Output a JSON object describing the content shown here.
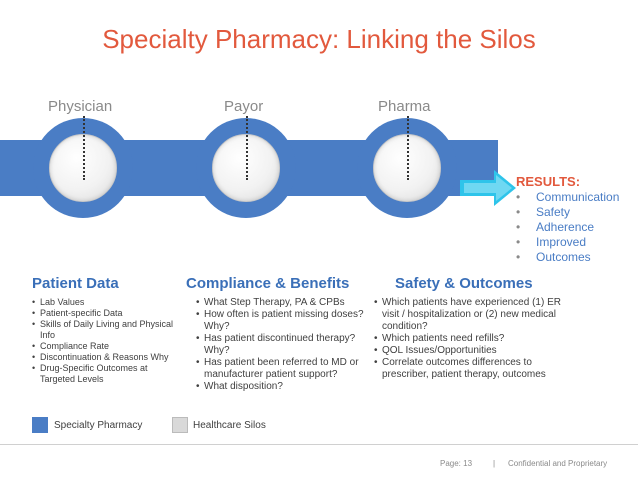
{
  "title": "Specialty Pharmacy: Linking the Silos",
  "columns": [
    "Physician",
    "Payor",
    "Pharma"
  ],
  "results": {
    "title": "RESULTS:",
    "items": [
      "Communication",
      "Safety",
      "Adherence",
      "Improved",
      "Outcomes"
    ]
  },
  "sections": {
    "patient_data": {
      "title": "Patient Data",
      "items": [
        "Lab Values",
        "Patient-specific Data",
        "Skills of Daily Living and Physical Info",
        "Compliance Rate",
        "Discontinuation & Reasons Why",
        "Drug-Specific Outcomes at Targeted Levels"
      ]
    },
    "compliance": {
      "title": "Compliance & Benefits",
      "items": [
        "What Step Therapy, PA & CPBs",
        "How often is patient missing doses? Why?",
        "Has patient discontinued therapy? Why?",
        "Has patient been referred to MD or manufacturer patient support?",
        "What disposition?"
      ]
    },
    "safety": {
      "title": "Safety & Outcomes",
      "items": [
        "Which patients have experienced (1) ER visit / hospitalization or (2) new medical condition?",
        "Which patients need refills?",
        "QOL Issues/Opportunities",
        "Correlate outcomes differences to prescriber, patient therapy, outcomes"
      ]
    }
  },
  "legend": {
    "specialty": "Specialty Pharmacy",
    "silos": "Healthcare Silos",
    "specialty_color": "#4a7dc5",
    "silos_color": "#d9d9d9"
  },
  "footer": {
    "page": "Page: 13",
    "separator": "|",
    "confidential": "Confidential and Proprietary"
  },
  "colors": {
    "accent": "#e2593d",
    "blue": "#4a7dc5",
    "arrow": "#2ec4ea"
  }
}
